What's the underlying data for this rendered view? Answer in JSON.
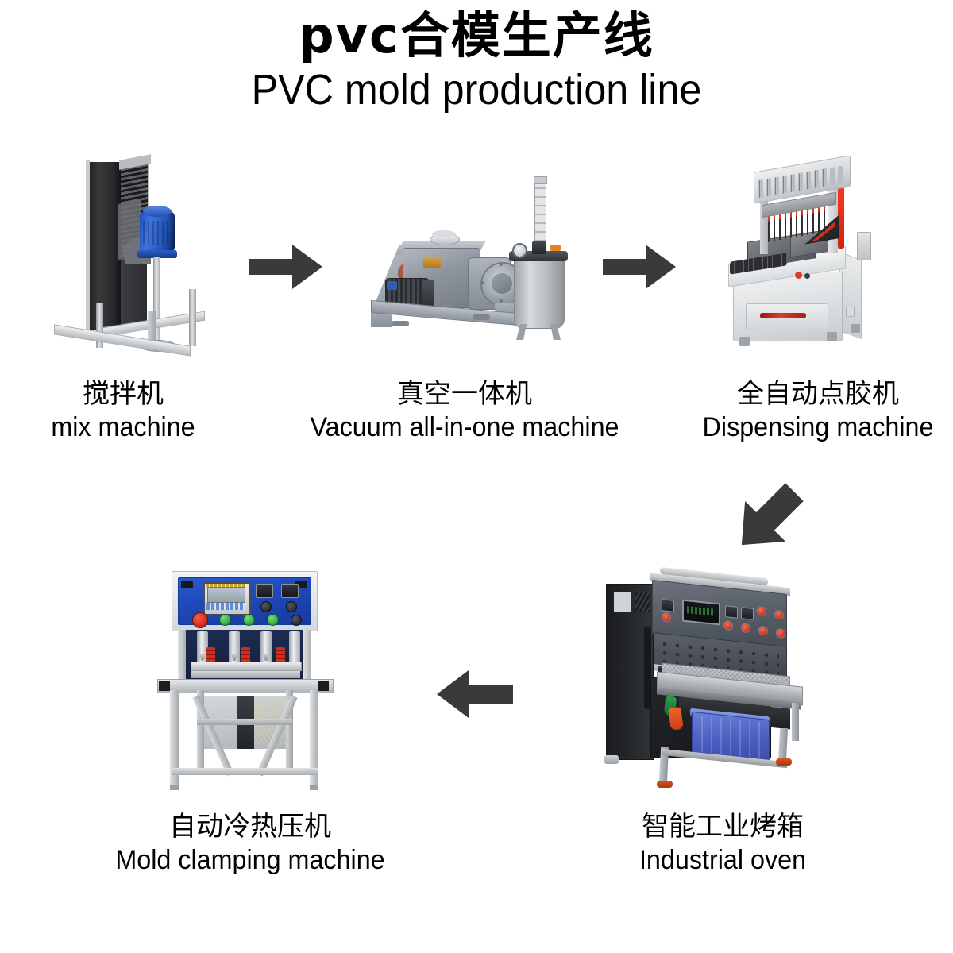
{
  "title": {
    "cn": "pvc合模生产线",
    "en": "PVC mold production line"
  },
  "colors": {
    "arrow": "#3a3a3a",
    "background": "#ffffff",
    "mixer_motor_blue": "#2a5ec6",
    "clamp_panel_blue": "#1f48b8",
    "dispenser_accent_red": "#ff3b20",
    "oven_crate_blue": "#4f63c4",
    "estop_red": "#b2150a",
    "button_green": "#168a2c"
  },
  "stages": [
    {
      "id": "mix-machine",
      "order": 1,
      "label_cn": "搅拌机",
      "label_en": "mix machine",
      "icon": "mixer-machine-illustration"
    },
    {
      "id": "vacuum-machine",
      "order": 2,
      "label_cn": "真空一体机",
      "label_en": "Vacuum all-in-one machine",
      "icon": "vacuum-pump-and-tank-illustration"
    },
    {
      "id": "dispensing-machine",
      "order": 3,
      "label_cn": "全自动点胶机",
      "label_en": "Dispensing machine",
      "icon": "dispensing-machine-illustration"
    },
    {
      "id": "industrial-oven",
      "order": 4,
      "label_cn": "智能工业烤箱",
      "label_en": "Industrial oven",
      "icon": "industrial-oven-illustration"
    },
    {
      "id": "mold-clamping-machine",
      "order": 5,
      "label_cn": "自动冷热压机",
      "label_en": "Mold clamping machine",
      "icon": "mold-clamping-machine-illustration"
    }
  ],
  "arrows": [
    {
      "id": "arrow-1",
      "from": "mix-machine",
      "to": "vacuum-machine",
      "direction": "right"
    },
    {
      "id": "arrow-2",
      "from": "vacuum-machine",
      "to": "dispensing-machine",
      "direction": "right"
    },
    {
      "id": "arrow-3",
      "from": "dispensing-machine",
      "to": "industrial-oven",
      "direction": "down-left"
    },
    {
      "id": "arrow-4",
      "from": "industrial-oven",
      "to": "mold-clamping-machine",
      "direction": "left"
    }
  ]
}
